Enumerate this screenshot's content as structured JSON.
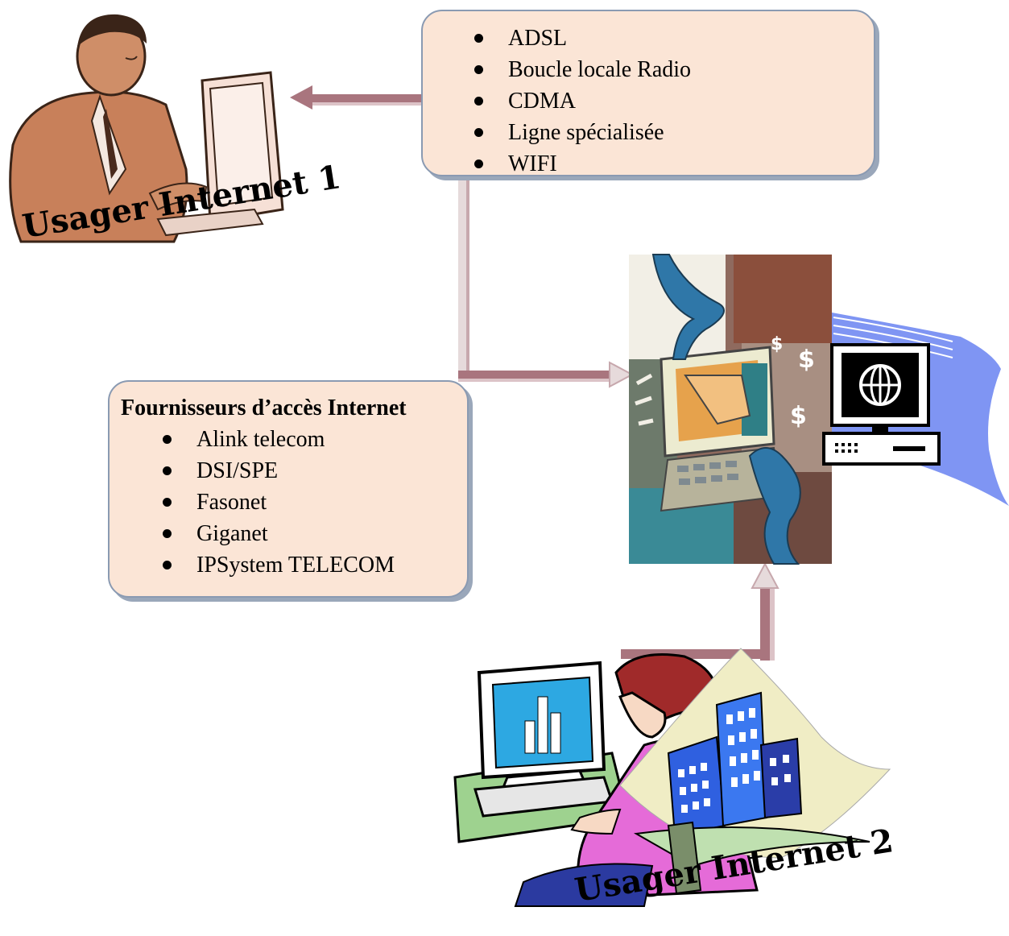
{
  "connection_box": {
    "items": [
      "ADSL",
      "Boucle locale Radio",
      "CDMA",
      "Ligne spécialisée",
      "WIFI"
    ]
  },
  "isp_box": {
    "title": "Fournisseurs d’accès Internet",
    "items": [
      "Alink telecom",
      "DSI/SPE",
      "Fasonet",
      "Giganet",
      "IPSystem TELECOM"
    ]
  },
  "user1": {
    "label": "Usager Internet 1"
  },
  "user2": {
    "label": "Usager Internet 2"
  },
  "colors": {
    "box_fill": "#fbe5d6",
    "box_border": "#8a9ab2",
    "arrow": "#a9757e",
    "clipart_blue": "#7f95f3"
  },
  "icons": [
    "man-at-computer-icon",
    "internet-collage-icon",
    "computer-globe-icon",
    "woman-at-computer-icon",
    "office-building-icon"
  ]
}
